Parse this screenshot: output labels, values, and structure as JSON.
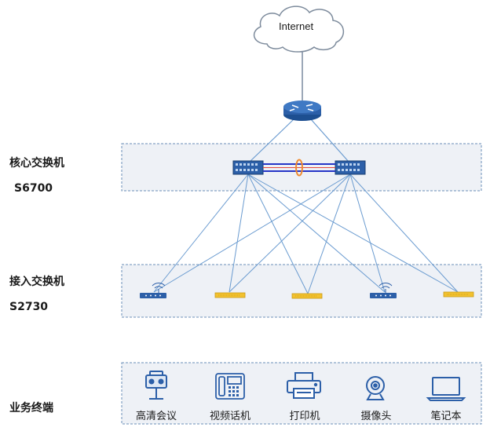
{
  "internet": {
    "label": "Internet"
  },
  "layers": {
    "core": {
      "label": "核心交换机",
      "model": "S6700"
    },
    "access": {
      "label": "接入交换机",
      "model": "S2730"
    },
    "terminal": {
      "label": "业务终端"
    }
  },
  "terminals": [
    {
      "label": "高清会议",
      "icon": "video-conference-icon"
    },
    {
      "label": "视频话机",
      "icon": "video-phone-icon"
    },
    {
      "label": "打印机",
      "icon": "printer-icon"
    },
    {
      "label": "摄像头",
      "icon": "camera-icon"
    },
    {
      "label": "笔记本",
      "icon": "laptop-icon"
    }
  ],
  "colors": {
    "zone_border": "#6b8fb8",
    "zone_fill": "#eef1f6",
    "link": "#6a9bd0",
    "core_switch": "#2c5fa8",
    "access_switch_yellow": "#f2c12e",
    "stack_link_red": "#e3463b",
    "stack_link_blue": "#2535c7",
    "icon_blue": "#2c5fa8"
  }
}
